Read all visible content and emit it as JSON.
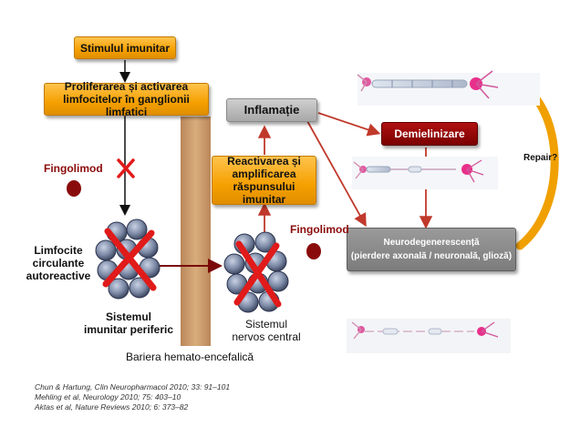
{
  "boxes": {
    "stimul": "Stimulul imunitar",
    "proliferare_l1": "Proliferarea și activarea",
    "proliferare_l2": "limfocitelor în ganglionii limfatici",
    "inflamatie": "Inflamație",
    "reactivare_l1": "Reactivarea și",
    "reactivare_l2": "amplificarea",
    "reactivare_l3": "răspunsului imunitar",
    "demielinizare": "Demielinizare",
    "neuro_l1": "Neurodegenerescență",
    "neuro_l2": "(pierdere axonală / neuronală, glioză)"
  },
  "labels": {
    "fingolimod_left": "Fingolimod",
    "fingolimod_right": "Fingolimod",
    "limfocite_l1": "Limfocite",
    "limfocite_l2": "circulante",
    "limfocite_l3": "autoreactive",
    "sistemul_periferic_l1": "Sistemul",
    "sistemul_periferic_l2": "imunitar periferic",
    "sistemul_central_l1": "Sistemul",
    "sistemul_central_l2": "nervos central",
    "bariera": "Bariera hemato-encefalică",
    "repair": "Repair?"
  },
  "references": [
    "Chun & Hartung, Clin Neuropharmacol 2010; 33: 91–101",
    "Mehling et al, Neurology 2010; 75: 403–10",
    "Aktas et al, Nature Reviews 2010; 6: 373–82"
  ],
  "colors": {
    "orange": "#f5a000",
    "dark_red": "#7a0000",
    "arrow_red": "#c0392b",
    "x_red": "#e11a1a"
  }
}
